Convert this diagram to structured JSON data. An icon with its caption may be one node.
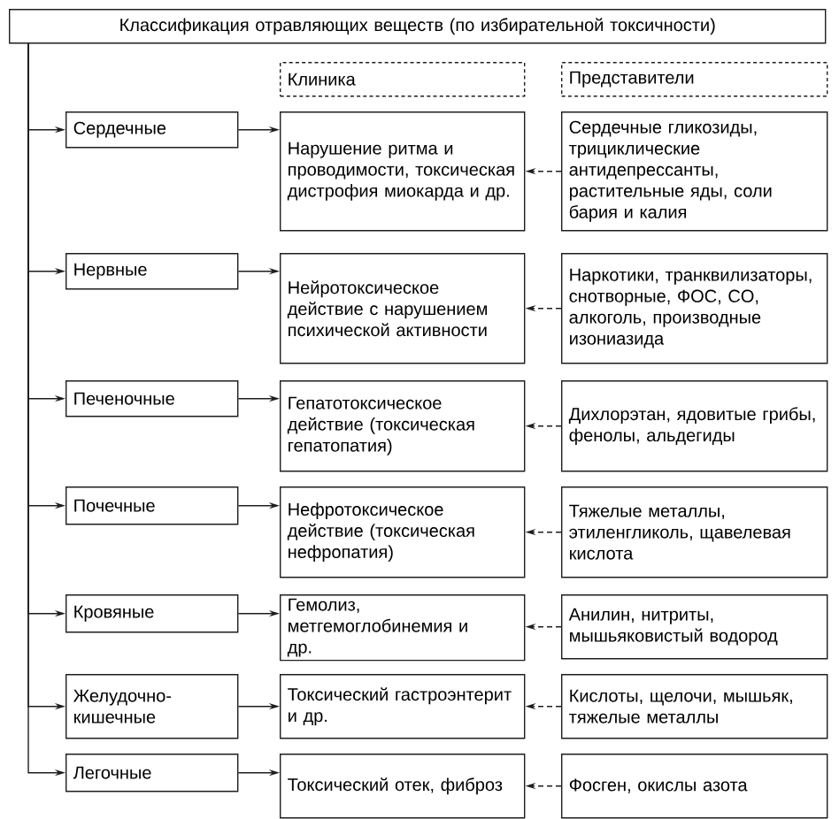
{
  "diagram": {
    "nodes": [
      {
        "text": [
          "Классификация отравляющих веществ (по избирательной токсичности)"
        ]
      },
      {
        "text": [
          "Клиника"
        ]
      },
      {
        "text": [
          "Представители"
        ]
      },
      {
        "text": [
          "Сердечные"
        ]
      },
      {
        "text": [
          "Нарушение ритма и проводимости, токсическая дистрофия миокарда и др."
        ]
      },
      {
        "text": [
          "Сердечные гликозиды, трициклические антидепрессанты, растительные яды, соли бария и калия"
        ]
      },
      {
        "text": [
          "Нервные"
        ]
      },
      {
        "text": [
          "Нейротоксическое действие с нарушением психической активности"
        ]
      },
      {
        "text": [
          "Наркотики, транквилизаторы, снотворные, ФОС, CO, алкоголь, производные изониазида"
        ]
      },
      {
        "text": [
          "Печеночные"
        ]
      },
      {
        "text": [
          "Гепатотоксическое действие (токсическая гепатопатия)"
        ]
      },
      {
        "text": [
          "Дихлорэтан, ядовитые грибы, фенолы, альдегиды"
        ]
      },
      {
        "text": [
          "Почечные"
        ]
      },
      {
        "text": [
          "Нефротоксическое действие (токсическая нефропатия)"
        ]
      },
      {
        "text": [
          "Тяжелые металлы, этиленгликоль, щавелевая кислота"
        ]
      },
      {
        "text": [
          "Кровяные"
        ]
      },
      {
        "text": [
          "Гемолиз, метгемоглобинемия и др."
        ]
      },
      {
        "text": [
          "Анилин, нитриты, мышьяковистый водород"
        ]
      },
      {
        "text": [
          "Желудочно-кишечные"
        ]
      },
      {
        "text": [
          "Токсический гастроэнтерит и др."
        ]
      },
      {
        "text": [
          "Кислоты, щелочи, мышьяк, тяжелые металлы"
        ]
      },
      {
        "text": [
          "Легочные"
        ]
      },
      {
        "text": [
          "Токсический отек, фиброз"
        ]
      },
      {
        "text": [
          "Фосген, окислы азота"
        ]
      }
    ],
    "edges": [
      {
        "from": 0,
        "to": 3,
        "arrow": "to"
      },
      {
        "from": 3,
        "to": 4,
        "arrow": "to"
      },
      {
        "from": 5,
        "to": 4,
        "arrow": "to",
        "style": "dashed"
      },
      {
        "from": 0,
        "to": 6,
        "arrow": "to"
      },
      {
        "from": 6,
        "to": 7,
        "arrow": "to"
      },
      {
        "from": 8,
        "to": 7,
        "arrow": "to",
        "style": "dashed"
      },
      {
        "from": 0,
        "to": 9,
        "arrow": "to"
      },
      {
        "from": 9,
        "to": 10,
        "arrow": "to"
      },
      {
        "from": 11,
        "to": 10,
        "arrow": "to",
        "style": "dashed"
      },
      {
        "from": 0,
        "to": 12,
        "arrow": "to"
      },
      {
        "from": 12,
        "to": 13,
        "arrow": "to"
      },
      {
        "from": 14,
        "to": 13,
        "arrow": "to",
        "style": "dashed"
      },
      {
        "from": 0,
        "to": 15,
        "arrow": "to"
      },
      {
        "from": 15,
        "to": 16,
        "arrow": "to"
      },
      {
        "from": 17,
        "to": 16,
        "arrow": "to",
        "style": "dashed"
      },
      {
        "from": 0,
        "to": 18,
        "arrow": "to"
      },
      {
        "from": 18,
        "to": 19,
        "arrow": "to"
      },
      {
        "from": 20,
        "to": 19,
        "arrow": "to",
        "style": "dashed"
      },
      {
        "from": 0,
        "to": 21,
        "arrow": "to"
      },
      {
        "from": 21,
        "to": 22,
        "arrow": "to"
      },
      {
        "from": 23,
        "to": 22,
        "arrow": "to",
        "style": "dashed"
      }
    ]
  }
}
